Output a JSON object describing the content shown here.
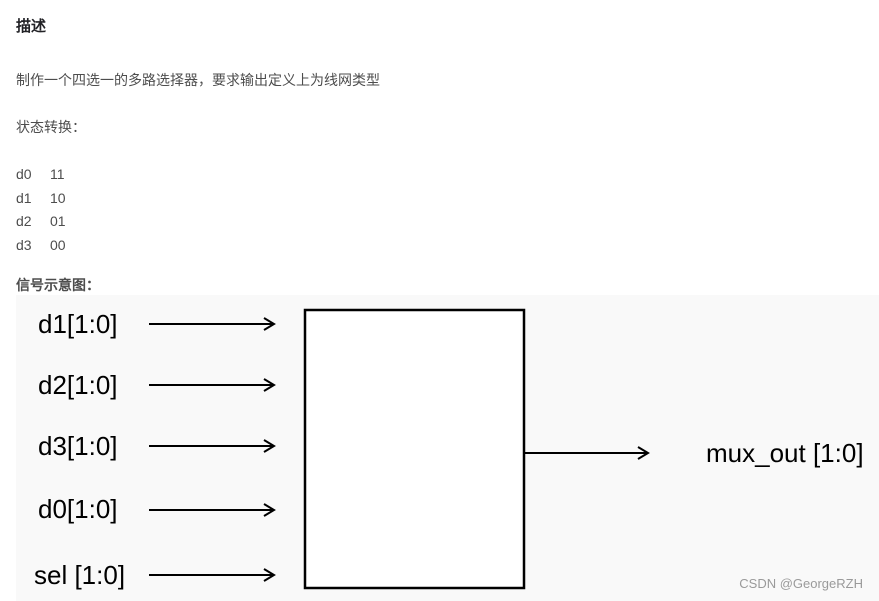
{
  "heading": "描述",
  "description": "制作一个四选一的多路选择器，要求输出定义上为线网类型",
  "state_label": "状态转换：",
  "state_table": [
    {
      "signal": "d0",
      "code": "11"
    },
    {
      "signal": "d1",
      "code": "10"
    },
    {
      "signal": "d2",
      "code": "01"
    },
    {
      "signal": "d3",
      "code": "00"
    }
  ],
  "diagram_label": "信号示意图：",
  "diagram": {
    "inputs": [
      "d1[1:0]",
      "d2[1:0]",
      "d3[1:0]",
      "d0[1:0]",
      "sel [1:0]"
    ],
    "output": "mux_out [1:0]",
    "watermark": "CSDN @GeorgeRZH"
  }
}
